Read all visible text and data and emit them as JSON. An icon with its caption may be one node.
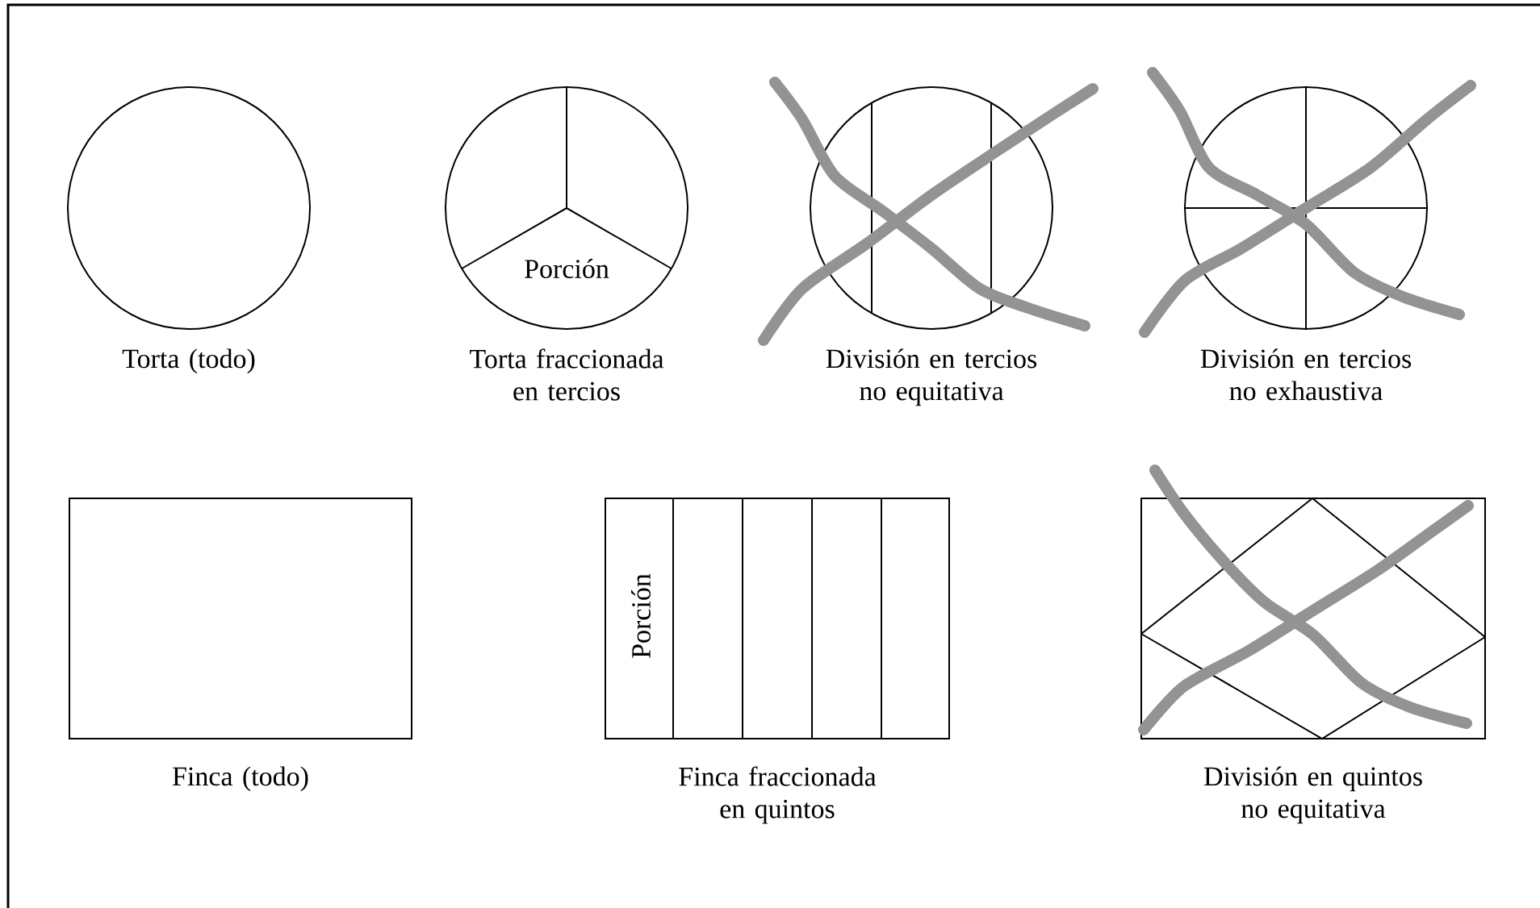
{
  "diagram": {
    "nodes": [
      {
        "text": [],
        "shape": "circle",
        "beside": [
          "Torta (todo)"
        ]
      },
      {
        "text": [
          "Porción"
        ],
        "beside": [
          "Torta fraccionada en tercios"
        ]
      },
      {
        "text": [],
        "shape": "circle",
        "beside": [
          "División en tercios no equitativa"
        ]
      },
      {
        "text": [],
        "shape": "circle",
        "beside": [
          "División en tercios no exhaustiva"
        ]
      },
      {
        "text": [],
        "shape": "box",
        "beside": [
          "Finca (todo)"
        ]
      },
      {
        "text": [
          "Porción"
        ],
        "beside": [
          "Finca fraccionada en quintos"
        ]
      },
      {
        "text": [],
        "shape": "box",
        "beside": [
          "División en quintos no equitativa"
        ]
      }
    ]
  }
}
